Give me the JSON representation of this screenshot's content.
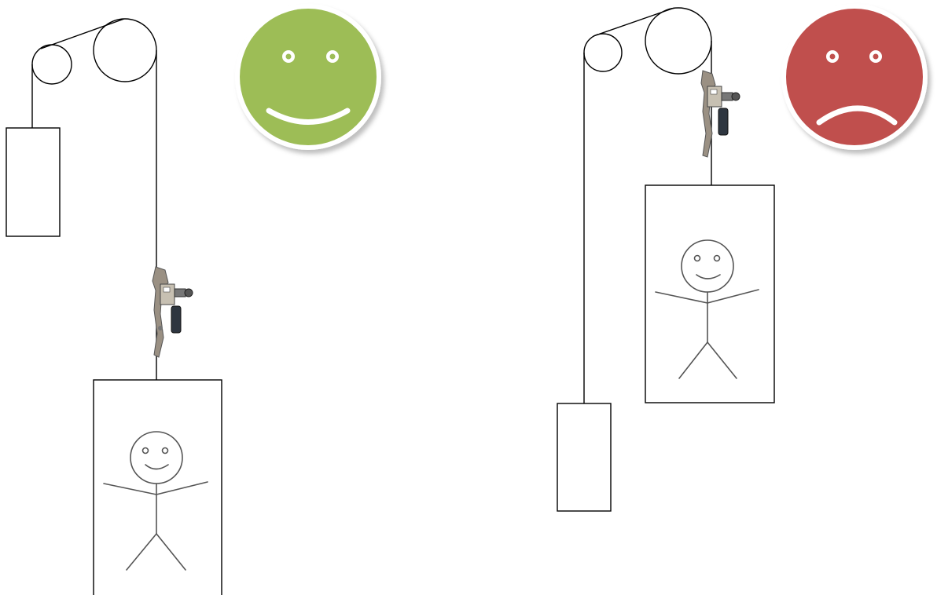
{
  "panels": [
    {
      "id": "left",
      "mood": "happy",
      "mood_color": "#9dbd57"
    },
    {
      "id": "right",
      "mood": "sad",
      "mood_color": "#c0504d"
    }
  ],
  "colors": {
    "line": "#000000",
    "sketch": "#555555",
    "device_body": "#8a8275",
    "device_dark": "#333333"
  },
  "icons": [
    "pulley-icon",
    "counterweight-icon",
    "elevator-car-icon",
    "stick-figure-icon",
    "happy-face-icon",
    "sad-face-icon",
    "rope-grab-device-icon"
  ]
}
